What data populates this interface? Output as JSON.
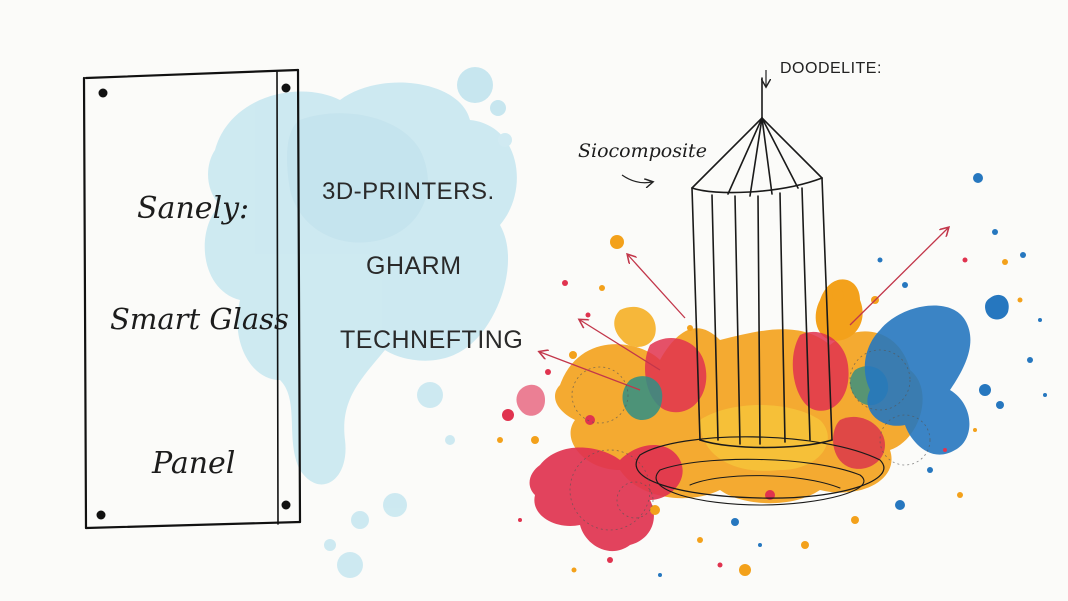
{
  "panel": {
    "label_top": "Sanely:",
    "label_middle": "Smart Glass",
    "label_bottom": "Panel"
  },
  "terms": {
    "first": "3D-PRINTERS.",
    "second": "GHARM",
    "third": "TECHNEFTING"
  },
  "annotations": {
    "top": "DOODELITE:",
    "left": "Siocomposite"
  },
  "colors": {
    "blue_wash": "#bfe3ee",
    "red": "#e0334f",
    "orange": "#f3a11b",
    "yellow": "#f6c43a",
    "teal": "#2f8f85",
    "blue": "#2677bf",
    "ink": "#1c1c1c"
  }
}
